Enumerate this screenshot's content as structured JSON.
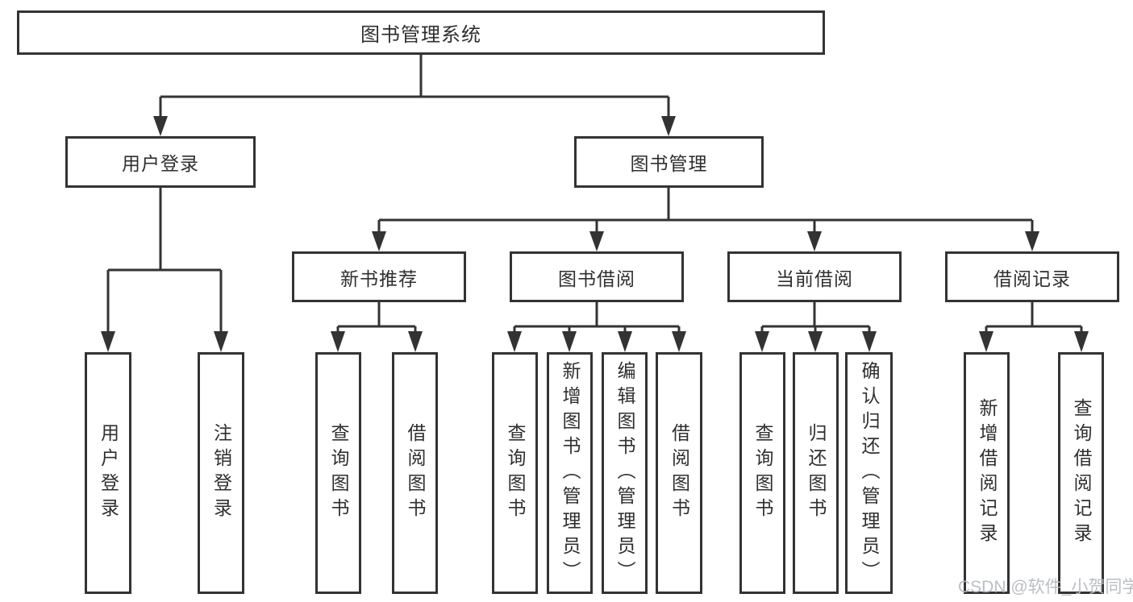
{
  "tree": {
    "label": "图书管理系统",
    "children": [
      {
        "label": "用户登录",
        "children": [
          {
            "label": "用户登录"
          },
          {
            "label": "注销登录"
          }
        ]
      },
      {
        "label": "图书管理",
        "children": [
          {
            "label": "新书推荐",
            "children": [
              {
                "label": "查询图书"
              },
              {
                "label": "借阅图书"
              }
            ]
          },
          {
            "label": "图书借阅",
            "children": [
              {
                "label": "查询图书"
              },
              {
                "label": "新增图书（管理员）"
              },
              {
                "label": "编辑图书（管理员）"
              },
              {
                "label": "借阅图书"
              }
            ]
          },
          {
            "label": "当前借阅",
            "children": [
              {
                "label": "查询图书"
              },
              {
                "label": "归还图书"
              },
              {
                "label": "确认归还（管理员）"
              }
            ]
          },
          {
            "label": "借阅记录",
            "children": [
              {
                "label": "新增借阅记录"
              },
              {
                "label": "查询借阅记录"
              }
            ]
          }
        ]
      }
    ]
  },
  "watermark": "CSDN @软件_小贺同学",
  "colors": {
    "line": "#333333",
    "box_border": "#333333",
    "text": "#2f2f2f",
    "watermark": "#b7bbc2",
    "background": "#ffffff"
  }
}
